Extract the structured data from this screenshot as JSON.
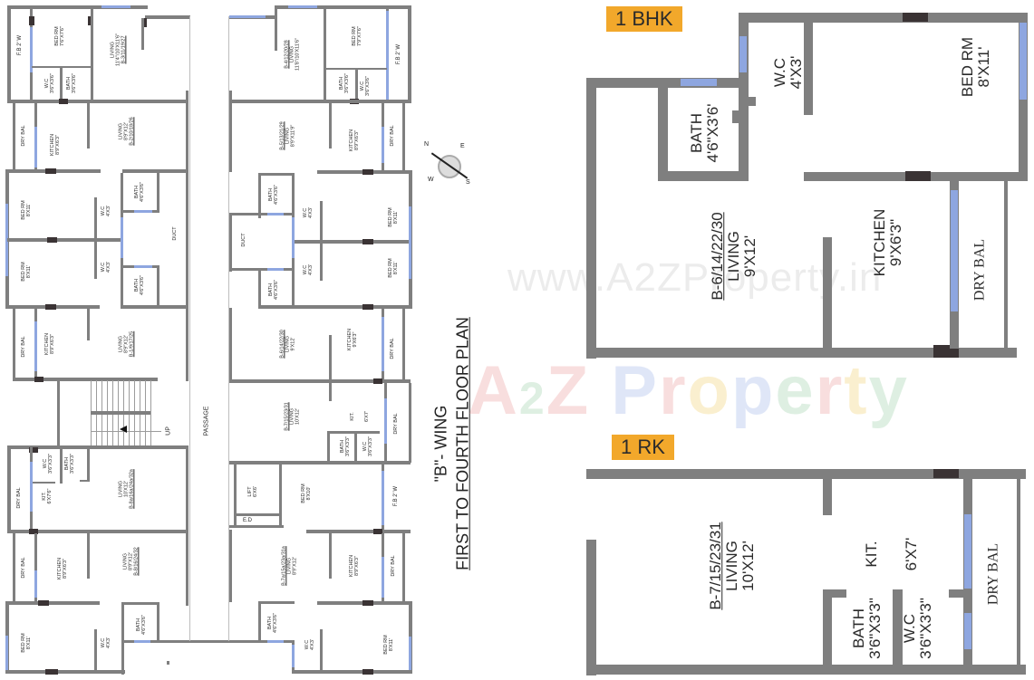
{
  "plan": {
    "wing_title": "\"B\"- WING",
    "subtitle": "FIRST TO FOURTH  FLOOR  PLAN",
    "passage_label": "PASSAGE",
    "up_label": "UP",
    "lift": {
      "name": "LIFT",
      "dim": "6'X6'"
    },
    "ed_label": "E.D",
    "duct_label": "DUCT",
    "compass": {
      "n": "N",
      "e": "E",
      "s": "S",
      "w": "W"
    }
  },
  "left_column": {
    "f1": {
      "fb": "F.B 2' W",
      "bed": {
        "name": "BED RM",
        "dim": "7'6\"X7'6\""
      },
      "living": {
        "name": "LIVING",
        "dim": "11'4\"/10'X11'6\"",
        "unit": "B-3/11/19/27"
      },
      "wc": {
        "name": "W.C",
        "dim": "3'6\"X3'6\""
      },
      "bath": {
        "name": "BATH",
        "dim": "3'6\"X3'6\""
      }
    },
    "f2": {
      "dry": "DRY BAL",
      "kitchen": {
        "name": "KITCHEN",
        "dim": "8'9\"X6'3\""
      },
      "living": {
        "name": "LIVING",
        "dim": "8'9\"X12'",
        "unit": "B-2/10/18/26"
      }
    },
    "f3": {
      "bed1": {
        "name": "BED RM",
        "dim": "8'X11'"
      },
      "bed2": {
        "name": "BED RM",
        "dim": "8'X11'"
      },
      "wc1": {
        "name": "W.C",
        "dim": "4'X3'"
      },
      "wc2": {
        "name": "W.C",
        "dim": "4'X3'"
      },
      "bath1": {
        "name": "BATH",
        "dim": "4'6\"X3'6\""
      },
      "bath2": {
        "name": "BATH",
        "dim": "4'6\"X3'6\""
      }
    },
    "f4": {
      "dry": "DRY BAL",
      "kitchen": {
        "name": "KITCHEN",
        "dim": "8'9\"X6'3\""
      },
      "living": {
        "name": "LIVING",
        "dim": "8'9\"X12'",
        "unit": "B-1/9/17/25"
      }
    },
    "f5": {
      "dry": "DRY BAL",
      "kit": {
        "name": "KIT.",
        "dim": "6'X7'6\""
      },
      "wc": {
        "name": "W.C",
        "dim": "3'6\"X3'3\""
      },
      "bath": {
        "name": "BATH",
        "dim": "3'6\"X3'3\""
      },
      "living": {
        "name": "LIVING",
        "dim": "10'X12'",
        "unit": "B-8a/16a/24a/32a"
      }
    },
    "f6": {
      "dry": "DRY BAL",
      "kitchen": {
        "name": "KITCHEN",
        "dim": "8'9\"X6'3\""
      },
      "living": {
        "name": "LIVING",
        "dim": "8'9\"X12'",
        "unit": "B-8/16/24/32"
      }
    },
    "f7": {
      "bed": {
        "name": "BED RM",
        "dim": "8'X11'"
      },
      "wc": {
        "name": "W.C",
        "dim": "4'X3'"
      },
      "bath": {
        "name": "BATH",
        "dim": "4'6\"X3'6\""
      }
    }
  },
  "right_column": {
    "f1": {
      "fb": "F.B 2' W",
      "bed": {
        "name": "BED RM",
        "dim": "7'9\"X7'6\""
      },
      "living": {
        "name": "LIVING",
        "dim": "11'8\"/10'X11'6\"",
        "unit": "B-4/12/20/28"
      },
      "wc": {
        "name": "W.C",
        "dim": "3'6\"X3'6\""
      },
      "bath": {
        "name": "BATH",
        "dim": "3'6\"X3'6\""
      }
    },
    "f2": {
      "dry": "DRY BAL",
      "kitchen": {
        "name": "KITCHEN",
        "dim": "8'9\"X6'3\""
      },
      "living": {
        "name": "LIVING",
        "dim": "8'9\"X11'9\"",
        "unit": "B-5/13/21/29"
      }
    },
    "f3": {
      "bed1": {
        "name": "BED RM",
        "dim": "8'X11'"
      },
      "bed2": {
        "name": "BED RM",
        "dim": "8'X11'"
      },
      "wc1": {
        "name": "W.C",
        "dim": "4'X3'"
      },
      "wc2": {
        "name": "W.C",
        "dim": "4'X3'"
      },
      "bath1": {
        "name": "BATH",
        "dim": "4'6\"X3'6\""
      },
      "bath2": {
        "name": "BATH",
        "dim": "4'6\"X3'6\""
      }
    },
    "f4": {
      "dry": "DRY BAL",
      "kitchen": {
        "name": "KITCHEN",
        "dim": "9'X6'3\""
      },
      "living": {
        "name": "LIVING",
        "dim": "9'X12'",
        "unit": "B-6/14/22/30"
      }
    },
    "f5": {
      "dry": "DRY BAL",
      "kit": {
        "name": "KIT.",
        "dim": "6'X7'"
      },
      "wc": {
        "name": "W.C",
        "dim": "3'6\"X3'3\""
      },
      "bath": {
        "name": "BATH",
        "dim": "3'6\"X3'3\""
      },
      "living": {
        "name": "LIVING",
        "dim": "10'X12'",
        "unit": "B-7/15/23/31"
      }
    },
    "f6": {
      "fb": "F.B 2' W",
      "bed": {
        "name": "BED RM",
        "dim": "8'X10'"
      }
    },
    "f7": {
      "dry": "DRY BAL",
      "kitchen": {
        "name": "KITCHEN",
        "dim": "8'9\"X6'3\""
      },
      "living": {
        "name": "LIVING",
        "dim": "8'9\"X12'",
        "unit": "B-7a/15a/23a/31a"
      }
    },
    "f8": {
      "bed": {
        "name": "BED RM",
        "dim": "8'X11'"
      },
      "wc": {
        "name": "W.C",
        "dim": "4'X3'"
      },
      "bath": {
        "name": "BATH",
        "dim": "4'6\"X3'6\""
      }
    }
  },
  "bhk": {
    "badge": "1 BHK",
    "bed": {
      "name": "BED RM",
      "dim": "8'X11'"
    },
    "wc": {
      "name": "W.C",
      "dim": "4'X3'"
    },
    "bath": {
      "name": "BATH",
      "dim": "4'6\"X3'6'"
    },
    "living": {
      "name": "LIVING",
      "dim": "9'X12'",
      "unit": "B-6/14/22/30"
    },
    "kitchen": {
      "name": "KITCHEN",
      "dim": "9'X6'3\""
    },
    "dry": "DRY BAL"
  },
  "rk": {
    "badge": "1 RK",
    "living": {
      "name": "LIVING",
      "dim": "10'X12'",
      "unit": "B-7/15/23/31"
    },
    "kit": {
      "name": "KIT.",
      "dim": "6'X7'"
    },
    "bath": {
      "name": "BATH",
      "dim": "3'6\"X3'3\""
    },
    "wc": {
      "name": "W.C",
      "dim": "3'6\"X3'3\""
    },
    "dry": "DRY BAL"
  },
  "watermark": {
    "url": "www.A2ZProperty.in",
    "logo_parts": [
      {
        "text": "A",
        "color": "#e88a8a"
      },
      {
        "text": "2",
        "color": "#8cc79a"
      },
      {
        "text": "Z ",
        "color": "#e88a8a"
      },
      {
        "text": "P",
        "color": "#8fa9e6"
      },
      {
        "text": "r",
        "color": "#e88a8a"
      },
      {
        "text": "o",
        "color": "#f0c955"
      },
      {
        "text": "p",
        "color": "#8fa9e6"
      },
      {
        "text": "e",
        "color": "#8cc79a"
      },
      {
        "text": "r",
        "color": "#e88a8a"
      },
      {
        "text": "t",
        "color": "#f0c955"
      },
      {
        "text": "y",
        "color": "#8cc79a"
      }
    ]
  },
  "colors": {
    "wall": "#7f7f7f",
    "window": "#8ea6e0",
    "door": "#3a3334",
    "badge": "#f2a82b"
  }
}
